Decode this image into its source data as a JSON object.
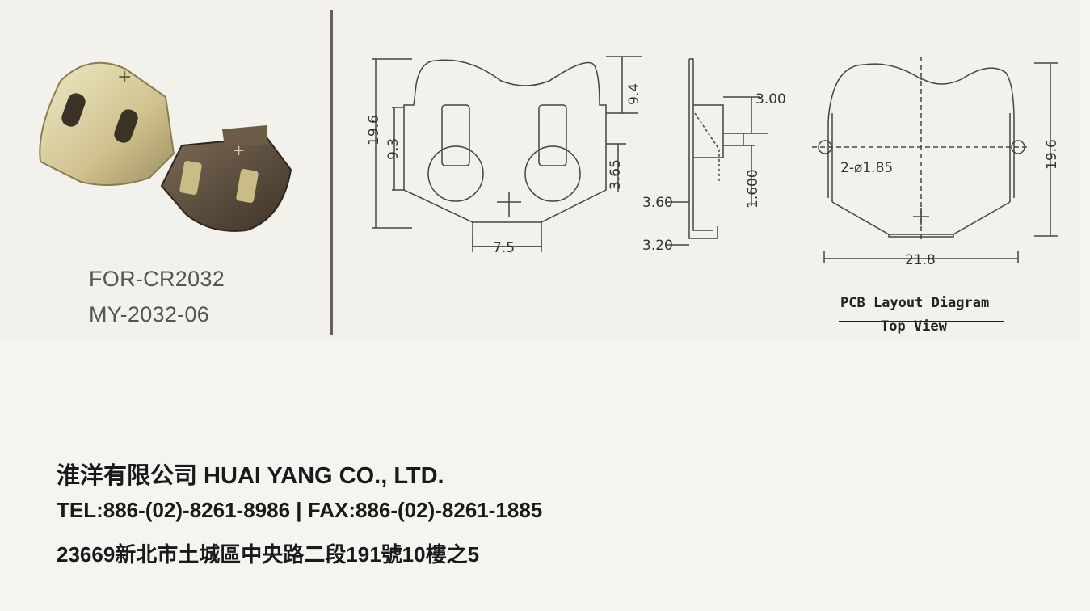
{
  "product": {
    "model_line_1": "FOR-CR2032",
    "model_line_2": "MY-2032-06"
  },
  "drawing": {
    "front_view": {
      "height_total": "19.6",
      "height_slot": "9.3",
      "top_offset": "9.4",
      "lower_offset": "3.65",
      "tab_width": "7.5"
    },
    "side_view": {
      "top_dim": "3.00",
      "mid_dim": "3.60",
      "vert_dim": "1.600",
      "bottom_dim": "3.20"
    },
    "pcb_view": {
      "hole_callout": "2-ø1.85",
      "height": "19.6",
      "width": "21.8",
      "title": "PCB Layout Diagram",
      "subtitle": "Top View"
    }
  },
  "company": {
    "name": "淮洋有限公司 HUAI YANG CO., LTD.",
    "contact": "TEL:886-(02)-8261-8986 | FAX:886-(02)-8261-1885",
    "address": "23669新北市土城區中央路二段191號10樓之5"
  },
  "colors": {
    "photo_gold": "#cfc28e",
    "photo_dark": "#5a4a3a",
    "line": "#444444",
    "divider": "#6a5e55"
  }
}
